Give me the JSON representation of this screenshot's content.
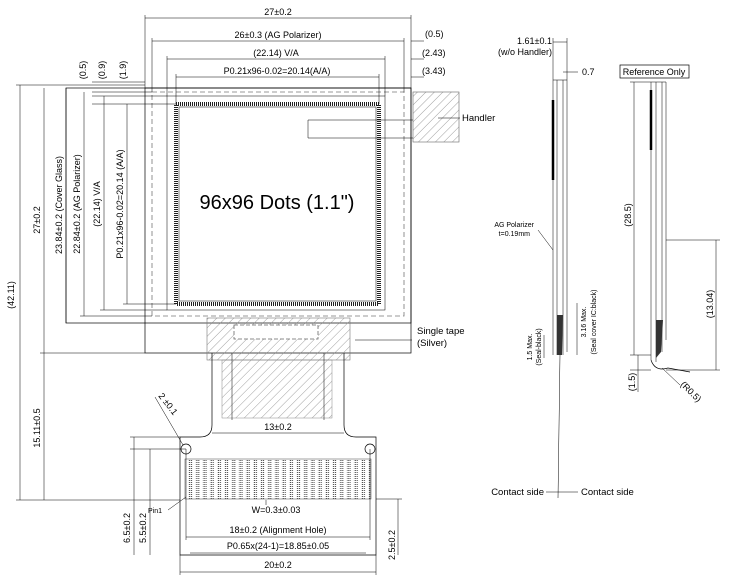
{
  "dims_top": {
    "overall_width": "27±0.2",
    "ag_polarizer": "26±0.3 (AG Polarizer)",
    "va": "(22.14) V/A",
    "aa": "P0.21x96-0.02=20.14(A/A)",
    "off_05": "(0.5)",
    "off_243": "(2.43)",
    "off_343": "(3.43)",
    "left_05": "(0.5)",
    "left_09": "(0.9)",
    "left_19": "(1.9)"
  },
  "dims_left": {
    "total_height": "(42.11)",
    "glass_height": "27±0.2",
    "cover_glass": "23.84±0.2 (Cover Glass)",
    "ag_polarizer_v": "22.84±0.2 (AG Polarizer)",
    "va_v": "(22.14) V/A",
    "aa_v": "P0.21x96-0.02=20.14 (A/A)",
    "tail": "15.11±0.5"
  },
  "labels": {
    "display": "96x96 Dots (1.1\")",
    "handler": "Handler",
    "tape_line1": "Single tape",
    "tape_line2": "(Silver)",
    "pin1": "Pin1",
    "reference_only": "Reference Only",
    "contact_side_1": "Contact side",
    "contact_side_2": "Contact side"
  },
  "dims_fpc": {
    "hole_dia": "2 ±0.1",
    "fpc_width": "13±0.2",
    "pin_width": "W=0.3±0.03",
    "align_hole": "18±0.2 (Alignment Hole)",
    "pitch": "P0.65x(24-1)=18.85±0.05",
    "tail_width": "20±0.2",
    "h65": "6.5±0.2",
    "h55": "5.5±0.2",
    "h25": "2.5±0.2"
  },
  "dims_side": {
    "thickness": "1.61±0.1",
    "thickness_note": "(w/o Handler)",
    "t07": "0.7",
    "polarizer": "AG Polarizer",
    "polarizer_t": "t=0.19mm",
    "max15": "1.5 Max.",
    "seal_black": "(Seal-black)",
    "max316": "3.16 Max.",
    "seal_ic": "(Seal cover IC:black)",
    "r285": "(28.5)",
    "r1304": "(13.04)",
    "r15": "(1.5)",
    "r05": "(R0.5)"
  }
}
